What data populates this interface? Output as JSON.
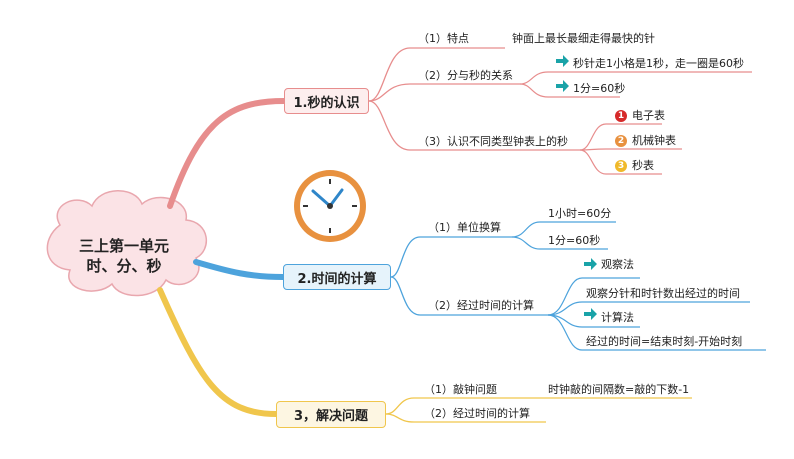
{
  "center": {
    "line1": "三上第一单元",
    "line2": "时、分、秒"
  },
  "branch1": {
    "title": "1.秒的认识",
    "items": [
      {
        "label": "（1）特点",
        "value": "钟面上最长最细走得最快的针"
      },
      {
        "label": "（2）分与秒的关系",
        "subs": [
          "秒针走1小格是1秒，走一圈是60秒",
          "1分=60秒"
        ]
      },
      {
        "label": "（3）认识不同类型钟表上的秒",
        "subs": [
          "电子表",
          "机械钟表",
          "秒表"
        ],
        "marks": [
          "1",
          "2",
          "3"
        ]
      }
    ]
  },
  "branch2": {
    "title": "2.时间的计算",
    "items": [
      {
        "label": "（1）单位换算",
        "subs": [
          "1小时=60分",
          "1分=60秒"
        ]
      },
      {
        "label": "（2）经过时间的计算",
        "subs": [
          "观察法",
          "观察分针和时针数出经过的时间",
          "计算法",
          "经过的时间=结束时刻-开始时刻"
        ]
      }
    ]
  },
  "branch3": {
    "title": "3，解决问题",
    "items": [
      {
        "label": "（1）敲钟问题",
        "value": "时钟敲的间隔数=敲的下数-1"
      },
      {
        "label": "（2）经过时间的计算"
      }
    ]
  },
  "colors": {
    "branch1": "#e78d8d",
    "branch2": "#4da3dc",
    "branch3": "#f0c64c",
    "cloud": "#fbe3e6",
    "arrow": "#1aa3a8",
    "clock_rim": "#e8913f"
  }
}
